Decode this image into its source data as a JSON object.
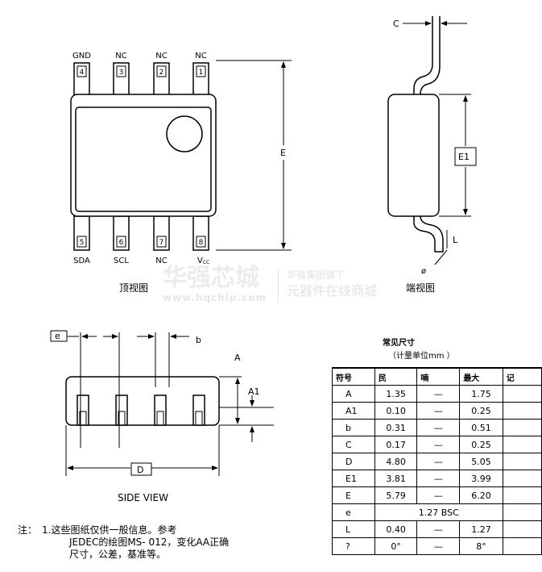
{
  "top_view": {
    "top_pins": [
      {
        "name": "GND",
        "num": "4"
      },
      {
        "name": "NC",
        "num": "3"
      },
      {
        "name": "NC",
        "num": "2"
      },
      {
        "name": "NC",
        "num": "1"
      }
    ],
    "bottom_pins": [
      {
        "name": "SDA",
        "num": "5"
      },
      {
        "name": "SCL",
        "num": "6"
      },
      {
        "name": "NC",
        "num": "7"
      },
      {
        "name": "V",
        "sub": "CC",
        "num": "8"
      }
    ],
    "dim_E": "E",
    "caption": "顶视图"
  },
  "end_view": {
    "dim_C": "C",
    "dim_E1": "E1",
    "dim_L": "L",
    "dim_theta": "ø",
    "caption": "端视图"
  },
  "side_view": {
    "dim_e": "e",
    "dim_b": "b",
    "dim_A": "A",
    "dim_A1": "A1",
    "dim_D": "D",
    "caption": "SIDE VIEW"
  },
  "watermark": {
    "brand": "华强芯城",
    "url": "www.hqchip.com",
    "line1": "华强集团旗下",
    "line2": "元器件在线商城"
  },
  "table": {
    "title": "常见尺寸",
    "unit": "（计量单位mm ）",
    "headers": [
      "符号",
      "民",
      "喃",
      "最大",
      "记"
    ],
    "rows": [
      [
        "A",
        "1.35",
        "—",
        "1.75",
        ""
      ],
      [
        "A1",
        "0.10",
        "—",
        "0.25",
        ""
      ],
      [
        "b",
        "0.31",
        "—",
        "0.51",
        ""
      ],
      [
        "C",
        "0.17",
        "—",
        "0.25",
        ""
      ],
      [
        "D",
        "4.80",
        "—",
        "5.05",
        ""
      ],
      [
        "E1",
        "3.81",
        "—",
        "3.99",
        ""
      ],
      [
        "E",
        "5.79",
        "—",
        "6.20",
        ""
      ],
      [
        "L",
        "0.40",
        "—",
        "1.27",
        ""
      ],
      [
        "?",
        "0°",
        "—",
        "8°",
        ""
      ]
    ],
    "e_row": {
      "sym": "e",
      "value": "1.27 BSC"
    }
  },
  "notes": {
    "label": "注：",
    "line1": "1.这些图纸仅供一般信息。参考",
    "line2": "JEDEC的绘图MS- 012，变化AA正确",
    "line3": "尺寸，公差，基准等。"
  }
}
